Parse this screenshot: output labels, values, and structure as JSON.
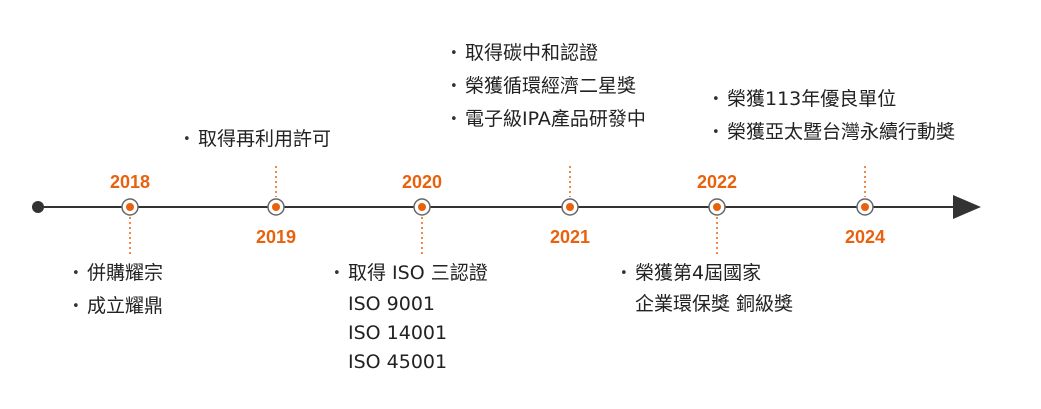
{
  "accent_color": "#e8620e",
  "line_color": "#333333",
  "milestones": [
    {
      "year": "2018",
      "year_side": "top",
      "events_side": "bottom",
      "events": [
        {
          "text": "併購耀宗"
        },
        {
          "text": "成立耀鼎"
        }
      ]
    },
    {
      "year": "2019",
      "year_side": "bottom",
      "events_side": "top",
      "events": [
        {
          "text": "取得再利用許可"
        }
      ]
    },
    {
      "year": "2020",
      "year_side": "top",
      "events_side": "bottom",
      "events": [
        {
          "text": "取得 ISO 三認證",
          "sub": [
            "ISO 9001",
            "ISO 14001",
            "ISO 45001"
          ]
        }
      ]
    },
    {
      "year": "2021",
      "year_side": "bottom",
      "events_side": "top",
      "events": [
        {
          "text": "取得碳中和認證"
        },
        {
          "text": "榮獲循環經濟二星獎"
        },
        {
          "text": "電子級IPA產品研發中"
        }
      ]
    },
    {
      "year": "2022",
      "year_side": "top",
      "events_side": "bottom",
      "events": [
        {
          "text": "榮獲第4屆國家",
          "sub": [
            "企業環保獎 銅級獎"
          ]
        }
      ]
    },
    {
      "year": "2024",
      "year_side": "bottom",
      "events_side": "top",
      "events": [
        {
          "text": "榮獲113年優良單位"
        },
        {
          "text": "榮獲亞太暨台灣永續行動獎"
        }
      ]
    }
  ]
}
